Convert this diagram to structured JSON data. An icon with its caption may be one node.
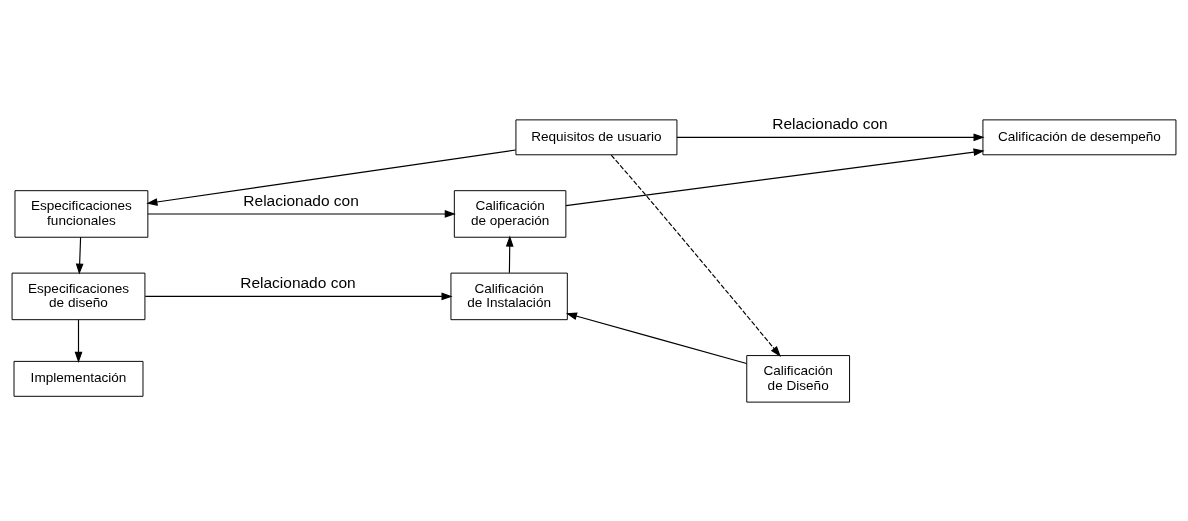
{
  "diagram": {
    "nodes": [
      {
        "text": [
          "Requisitos de usuario"
        ]
      },
      {
        "text": [
          "Especificaciones funcionales"
        ]
      },
      {
        "text": [
          "Especificaciones de diseño"
        ]
      },
      {
        "text": [
          "Implementación"
        ]
      },
      {
        "text": [
          "Calificación de desempeño"
        ]
      },
      {
        "text": [
          "Calificación de operación"
        ]
      },
      {
        "text": [
          "Calificación de Instalación"
        ]
      },
      {
        "text": [
          "Calificación de Diseño"
        ]
      }
    ],
    "edges": [
      {
        "from": 0,
        "to": 1,
        "arrow": "to"
      },
      {
        "from": 1,
        "to": 2,
        "arrow": "to"
      },
      {
        "from": 2,
        "to": 3,
        "arrow": "to"
      },
      {
        "from": 0,
        "to": 4,
        "arrow": "to",
        "label": "Relacionado con"
      },
      {
        "from": 1,
        "to": 5,
        "arrow": "to",
        "label": "Relacionado con"
      },
      {
        "from": 2,
        "to": 6,
        "arrow": "to",
        "label": "Relacionado con"
      },
      {
        "from": 0,
        "to": 7,
        "arrow": "to",
        "style": "dashed"
      },
      {
        "from": 7,
        "to": 6,
        "arrow": "to"
      },
      {
        "from": 6,
        "to": 5,
        "arrow": "to"
      },
      {
        "from": 5,
        "to": 4,
        "arrow": "to"
      }
    ]
  }
}
